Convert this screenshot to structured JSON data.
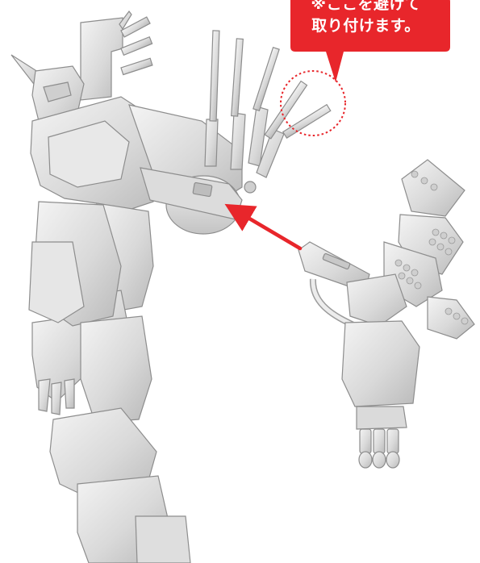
{
  "callout": {
    "line1": "※ここを避けて",
    "line2": "取り付けます。",
    "background_color": "#e8262b",
    "text_color": "#ffffff"
  },
  "figure": {
    "subject": "robot-figure-with-detached-weapon-pack",
    "arrow_color": "#e8262b",
    "highlight_circle_color": "#e8262b",
    "model_color": "#e4e4e4"
  }
}
